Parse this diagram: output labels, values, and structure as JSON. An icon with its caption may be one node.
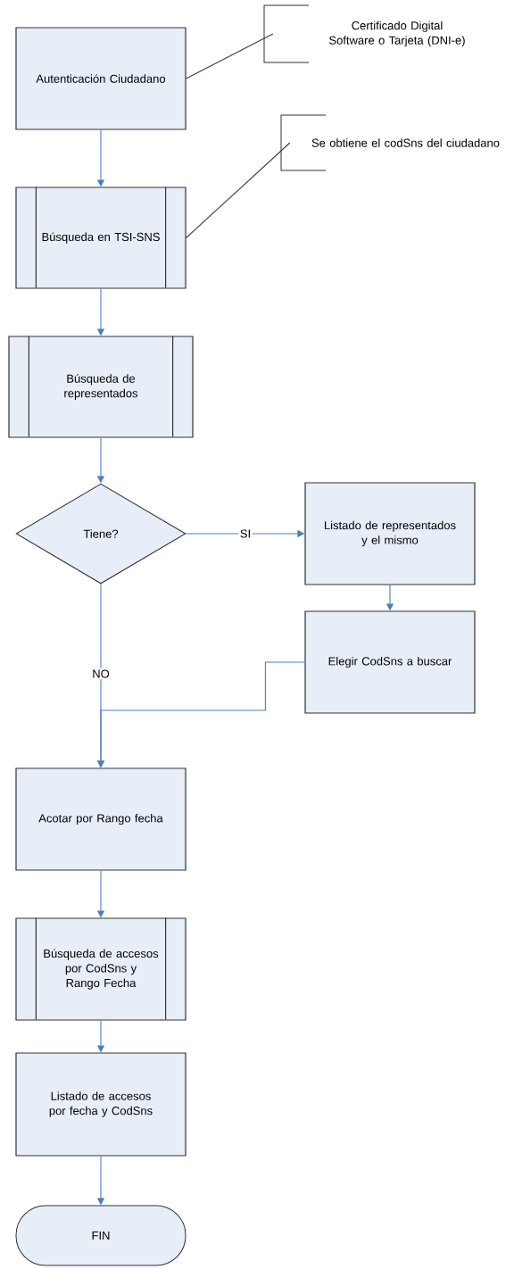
{
  "diagram": {
    "nodes": [
      {
        "text": [
          "Autenticación Ciudadano"
        ]
      },
      {
        "text": [
          "Certificado Digital Software o Tarjeta (DNI-e)"
        ]
      },
      {
        "text": [
          "Búsqueda en TSI-SNS"
        ]
      },
      {
        "text": [
          "Se obtiene el codSns del ciudadano"
        ]
      },
      {
        "text": [
          "Búsqueda de representados"
        ]
      },
      {
        "text": [
          "Tiene?"
        ]
      },
      {
        "text": [
          "Listado de representados y el mismo"
        ]
      },
      {
        "text": [
          "Elegir CodSns a buscar"
        ]
      },
      {
        "text": [
          "Acotar por Rango fecha"
        ]
      },
      {
        "text": [
          "Búsqueda de accesos por CodSns y Rango Fecha"
        ]
      },
      {
        "text": [
          "Listado de accesos por fecha y CodSns"
        ]
      },
      {
        "text": [
          "FIN"
        ]
      }
    ],
    "edges": [
      {
        "from": 1,
        "to": 0,
        "arrow": "none",
        "color": "#3c3c3c"
      },
      {
        "from": 0,
        "to": 2,
        "arrow": "to"
      },
      {
        "from": 3,
        "to": 2,
        "arrow": "none",
        "color": "#3c3c3c"
      },
      {
        "from": 2,
        "to": 4,
        "arrow": "to"
      },
      {
        "from": 4,
        "to": 5,
        "arrow": "to"
      },
      {
        "from": 5,
        "to": 6,
        "arrow": "to",
        "label": "SI"
      },
      {
        "from": 6,
        "to": 7,
        "arrow": "to"
      },
      {
        "from": 5,
        "to": 8,
        "arrow": "to",
        "label": "NO"
      },
      {
        "from": 7,
        "to": 8,
        "arrow": "to"
      },
      {
        "from": 8,
        "to": 9,
        "arrow": "to"
      },
      {
        "from": 9,
        "to": 10,
        "arrow": "to"
      },
      {
        "from": 10,
        "to": 11,
        "arrow": "to"
      }
    ]
  }
}
